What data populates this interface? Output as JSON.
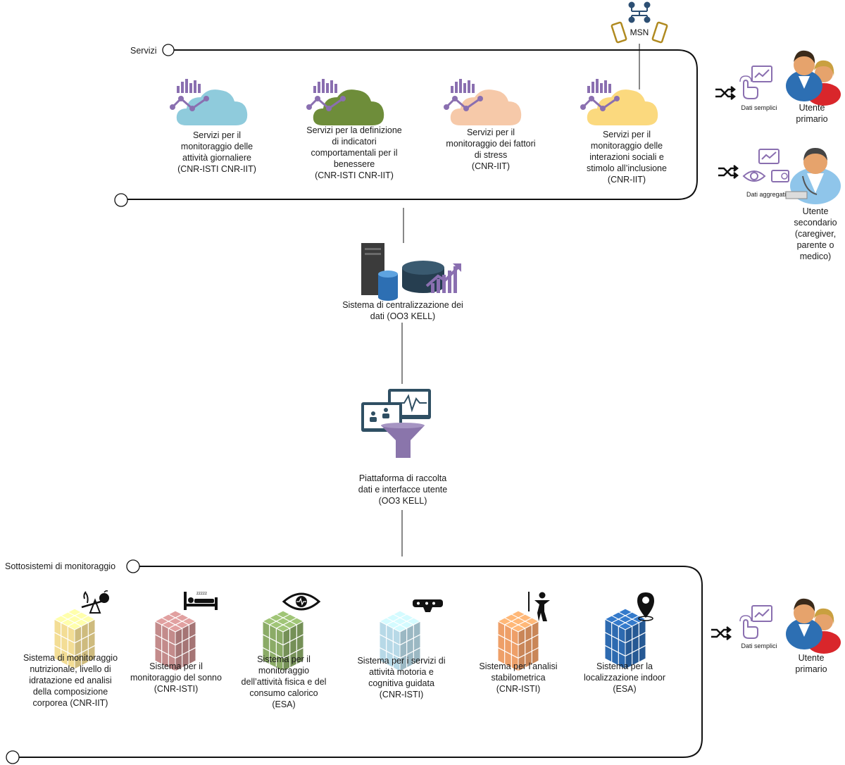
{
  "services": {
    "title": "Servizi",
    "items": [
      {
        "label": "Servizi per il\nmonitoraggio delle\nattività giornaliere\n(CNR-ISTI CNR-IIT)",
        "cloud_color": "#8fcbdc"
      },
      {
        "label": "Servizi per la definizione\ndi indicatori\ncomportamentali per il\nbenessere\n(CNR-ISTI CNR-IIT)",
        "cloud_color": "#6e8d3a"
      },
      {
        "label": "Servizi per il\nmonitoraggio dei fattori\ndi stress\n(CNR-IIT)",
        "cloud_color": "#f6c9a9"
      },
      {
        "label": "Servizi per il\nmonitoraggio delle\ninterazioni sociali e\nstimolo all’inclusione\n(CNR-IIT)",
        "cloud_color": "#fbd97e"
      }
    ],
    "msn_label": "MSN"
  },
  "central": {
    "label": "Sistema di centralizzazione dei\ndati (OO3 KELL)"
  },
  "platform": {
    "label": "Piattaforma di raccolta\ndati e interfacce utente\n(OO3 KELL)"
  },
  "subsystems": {
    "title": "Sottosistemi di monitoraggio",
    "items": [
      {
        "label": "Sistema di monitoraggio\nnutrizionale, livello di\nidratazione ed analisi\ndella composizione\ncorporea (CNR-IIT)",
        "cube_color": "#fbe49a",
        "icon": "nutrition-scale-icon"
      },
      {
        "label": "Sistema per il\nmonitoraggio del sonno\n(CNR-ISTI)",
        "cube_color": "#c98f8f",
        "icon": "sleeping-bed-icon"
      },
      {
        "label": "Sistema per il\nmonitoraggio\ndell’attività fisica e del\nconsumo calorico\n(ESA)",
        "cube_color": "#8fb06a",
        "icon": "eye-icon"
      },
      {
        "label": "Sistema per i servizi di\nattività motoria e\ncognitiva guidata\n(CNR-ISTI)",
        "cube_color": "#bde0ee",
        "icon": "kinect-sensor-icon"
      },
      {
        "label": "Sistema per l’analisi\nstabilometrica\n(CNR-ISTI)",
        "cube_color": "#f5a46b",
        "icon": "standing-person-icon"
      },
      {
        "label": "Sistema per la\nlocalizzazione indoor\n(ESA)",
        "cube_color": "#2e6db5",
        "icon": "location-pin-icon"
      }
    ]
  },
  "users": {
    "primary_top": {
      "data_label": "Dati semplici",
      "user_label": "Utente\nprimario"
    },
    "secondary": {
      "data_label": "Dati aggregati",
      "user_label": "Utente\nsecondario\n(caregiver,\nparente o\nmedico)"
    },
    "primary_bottom": {
      "data_label": "Dati semplici",
      "user_label": "Utente\nprimario"
    }
  },
  "colors": {
    "line": "#111111",
    "chart_purple": "#8a6fb0",
    "server_dark": "#3b3b3b",
    "db_blue": "#2d6fb3",
    "db_dark": "#263e50",
    "funnel": "#8a75ab",
    "monitor": "#2f4f63",
    "phone_gold": "#b08a20",
    "network_blue": "#2d4f73"
  }
}
